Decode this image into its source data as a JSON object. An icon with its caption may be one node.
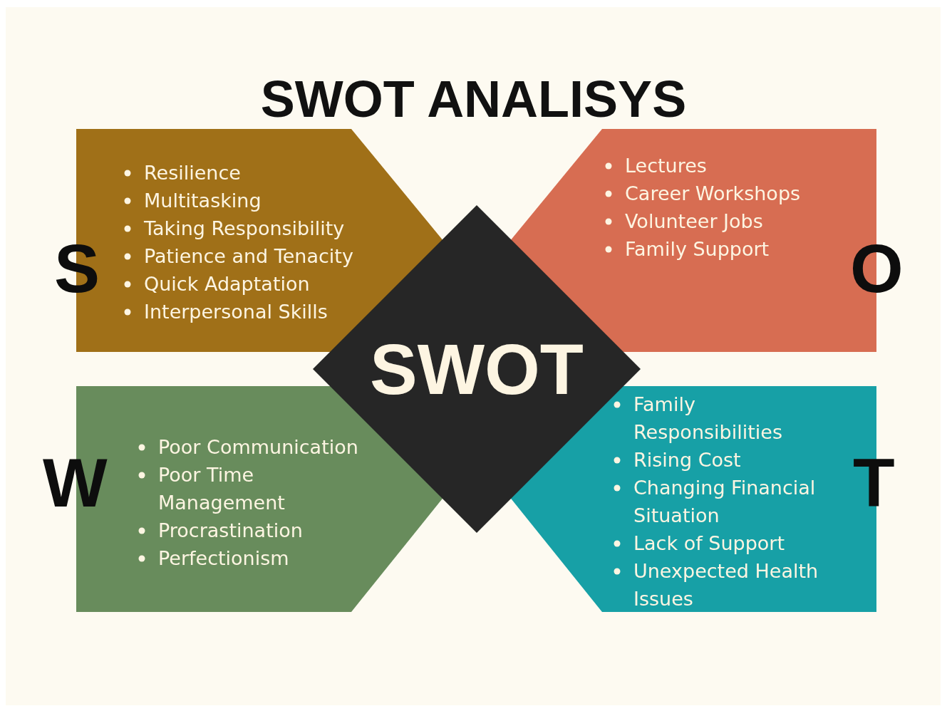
{
  "diagram": {
    "title": "SWOT ANALISYS",
    "nodes": [
      {
        "text": [
          "S",
          "Resilience",
          "Multitasking",
          "Taking Responsibility",
          "Patience and Tenacity",
          "Quick Adaptation",
          "Interpersonal Skills"
        ]
      },
      {
        "text": [
          "O",
          "Lectures",
          "Career Workshops",
          "Volunteer Jobs",
          "Family Support"
        ]
      },
      {
        "text": [
          "SWOT"
        ]
      },
      {
        "text": [
          "W",
          "Poor Communication",
          "Poor Time Management",
          "Procrastination",
          "Perfectionism"
        ]
      },
      {
        "text": [
          "T",
          "Family Responsibilities",
          "Rising Cost",
          "Changing Financial Situation",
          "Lack of Support",
          "Unexpected Health Issues"
        ]
      }
    ],
    "edges": []
  }
}
